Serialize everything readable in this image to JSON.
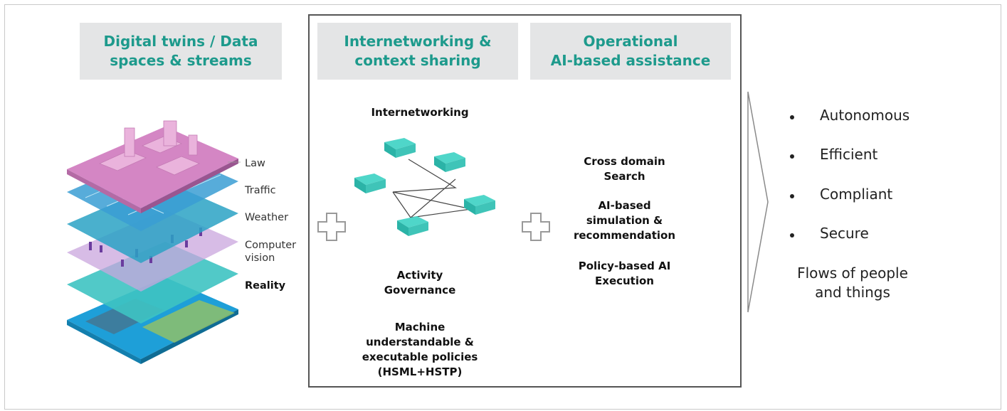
{
  "headers": {
    "left": "Digital twins / Data\nspaces & streams",
    "middle": "Internetworking &\ncontext sharing",
    "right": "Operational\nAI-based assistance"
  },
  "layers": [
    "Law",
    "Traffic",
    "Weather",
    "Computer\nvision",
    "Reality"
  ],
  "middle": {
    "internetworking": "Internetworking",
    "activity": "Activity\nGovernance",
    "policies": "Machine\nunderstandable &\nexecutable policies\n(HSML+HSTP)"
  },
  "right": {
    "search": "Cross domain\nSearch",
    "simulation": "AI-based\nsimulation &\nrecommendation",
    "policy": "Policy-based AI\nExecution"
  },
  "outcomes": [
    "Autonomous",
    "Efficient",
    "Compliant",
    "Secure"
  ],
  "flows": "Flows of people\nand things",
  "colors": {
    "accent": "#1d9a8c",
    "header_bg": "#e4e5e6",
    "node": "#4fd6c9"
  }
}
